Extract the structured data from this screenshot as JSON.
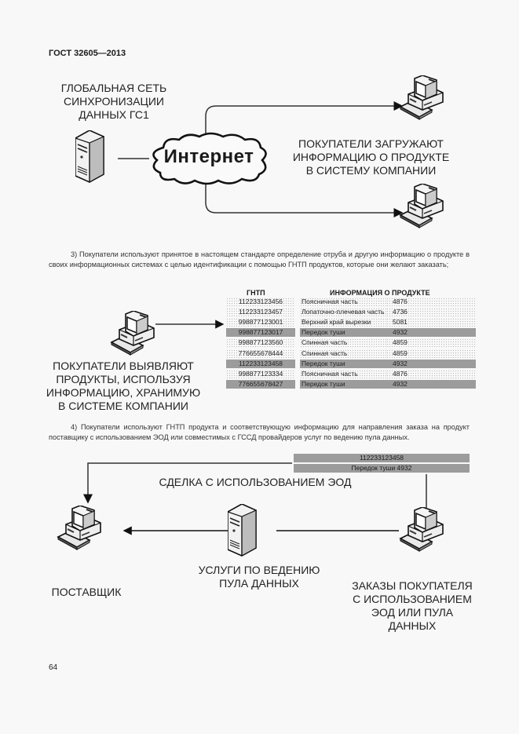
{
  "header": {
    "doc_id": "ГОСТ 32605—2013"
  },
  "diagram1": {
    "network_label": [
      "ГЛОБАЛЬНАЯ СЕТЬ",
      "СИНХРОНИЗАЦИИ",
      "ДАННЫХ ГС1"
    ],
    "cloud_label": "Интернет",
    "buyers_label": [
      "ПОКУПАТЕЛИ ЗАГРУЖАЮТ",
      "ИНФОРМАЦИЮ О ПРОДУКТЕ",
      "В СИСТЕМУ КОМПАНИИ"
    ],
    "icons": [
      "server-icon",
      "cloud-icon",
      "computer-icon",
      "computer-icon"
    ]
  },
  "paragraph3": {
    "text": "3) Покупатели используют принятое в настоящем стандарте определение отруба и другую информацию о продукте в своих информационных системах с целью идентификации с помощью ГНТП продуктов, которые они желают заказать;"
  },
  "diagram2": {
    "buyers_label": [
      "ПОКУПАТЕЛИ ВЫЯВЛЯЮТ",
      "ПРОДУКТЫ, ИСПОЛЬЗУЯ",
      "ИНФОРМАЦИЮ, ХРАНИМУЮ",
      "В СИСТЕМЕ КОМПАНИИ"
    ],
    "table": {
      "headers": [
        "ГНТП",
        "ИНФОРМАЦИЯ О ПРОДУКТЕ"
      ],
      "rows": [
        {
          "gtin": "112233123456",
          "name": "Поясничная часть",
          "code": "4876",
          "highlight": false
        },
        {
          "gtin": "112233123457",
          "name": "Лопаточно-плечевая часть",
          "code": "4736",
          "highlight": false
        },
        {
          "gtin": "998877123001",
          "name": "Верхний край вырезки",
          "code": "5081",
          "highlight": false
        },
        {
          "gtin": "998877123017",
          "name": "Передок туши",
          "code": "4932",
          "highlight": true
        },
        {
          "gtin": "998877123560",
          "name": "Спинная часть",
          "code": "4859",
          "highlight": false
        },
        {
          "gtin": "776655678444",
          "name": "Спинная часть",
          "code": "4859",
          "highlight": false
        },
        {
          "gtin": "112233123458",
          "name": "Передок туши",
          "code": "4932",
          "highlight": true
        },
        {
          "gtin": "998877123334",
          "name": "Поясничная часть",
          "code": "4876",
          "highlight": false
        },
        {
          "gtin": "776655678427",
          "name": "Передок туши",
          "code": "4932",
          "highlight": true
        }
      ]
    }
  },
  "paragraph4": {
    "text": "4) Покупатели используют ГНТП продукта и соответствующую информацию для направления заказа на продукт поставщику с использованием ЭОД или совместимых с ГССД провайдеров услуг по ведению пула данных."
  },
  "diagram3": {
    "order_box": {
      "gtin": "112233123458",
      "item": "Передок туши 4932"
    },
    "deal_label": "СДЕЛКА С ИСПОЛЬЗОВАНИЕМ ЭОД",
    "supplier_label": "ПОСТАВЩИК",
    "pool_label": [
      "УСЛУГИ ПО ВЕДЕНИЮ",
      "ПУЛА ДАННЫХ"
    ],
    "orders_label": [
      "ЗАКАЗЫ ПОКУПАТЕЛЯ",
      "С ИСПОЛЬЗОВАНИЕМ",
      "ЭОД ИЛИ ПУЛА",
      "ДАННЫХ"
    ]
  },
  "footer": {
    "page_number": "64"
  }
}
